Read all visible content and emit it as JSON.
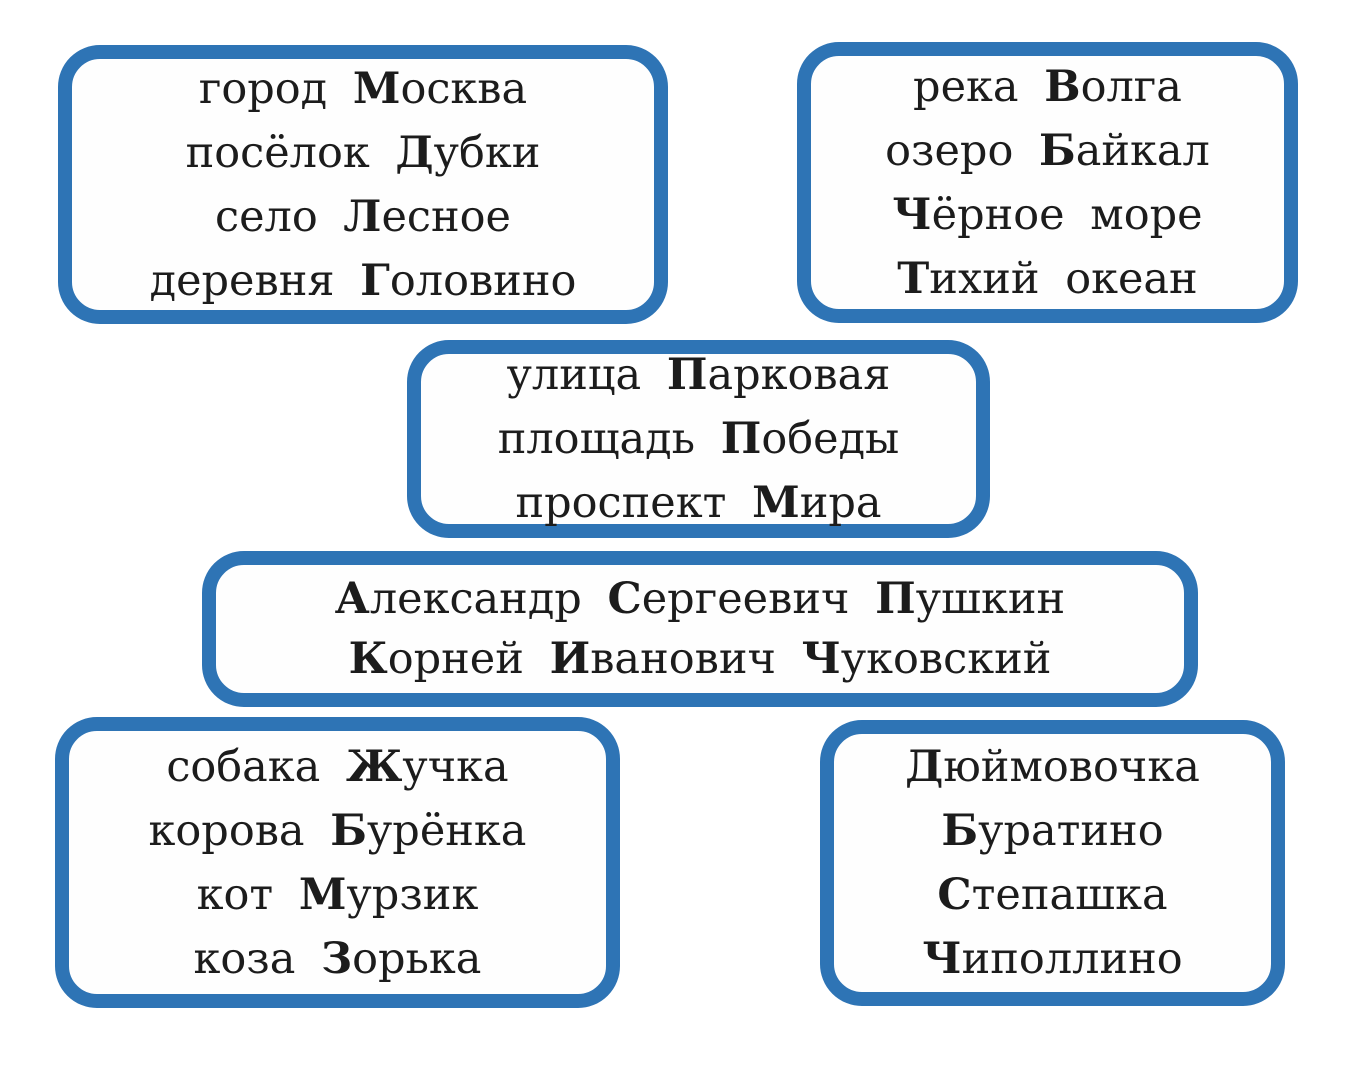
{
  "style": {
    "accent_color": "#2e74b5",
    "text_color": "#1c1c1c",
    "box_fill": "#fefefe",
    "page_background": "#ffffff"
  },
  "boxes": [
    {
      "id": "settlements",
      "lines": [
        "город *М*осква",
        "посёлок *Д*убки",
        "село *Л*есное",
        "деревня *Г*оловино"
      ]
    },
    {
      "id": "waters",
      "lines": [
        "река *В*олга",
        "озеро *Б*айкал",
        "*Ч*ёрное море",
        "*Т*ихий океан"
      ]
    },
    {
      "id": "streets",
      "lines": [
        "улица *П*арковая",
        "площадь *П*обеды",
        "проспект *М*ира"
      ]
    },
    {
      "id": "people",
      "lines": [
        "*А*лександр *С*ергеевич *П*ушкин",
        "*К*орней *И*ванович *Ч*уковский"
      ]
    },
    {
      "id": "animals",
      "lines": [
        "собака *Ж*учка",
        "корова *Б*урёнка",
        "кот *М*урзик",
        "коза *З*орька"
      ]
    },
    {
      "id": "characters",
      "lines": [
        "*Д*юймовочка",
        "*Б*уратино",
        "*С*тепашка",
        "*Ч*иполлино"
      ]
    }
  ]
}
